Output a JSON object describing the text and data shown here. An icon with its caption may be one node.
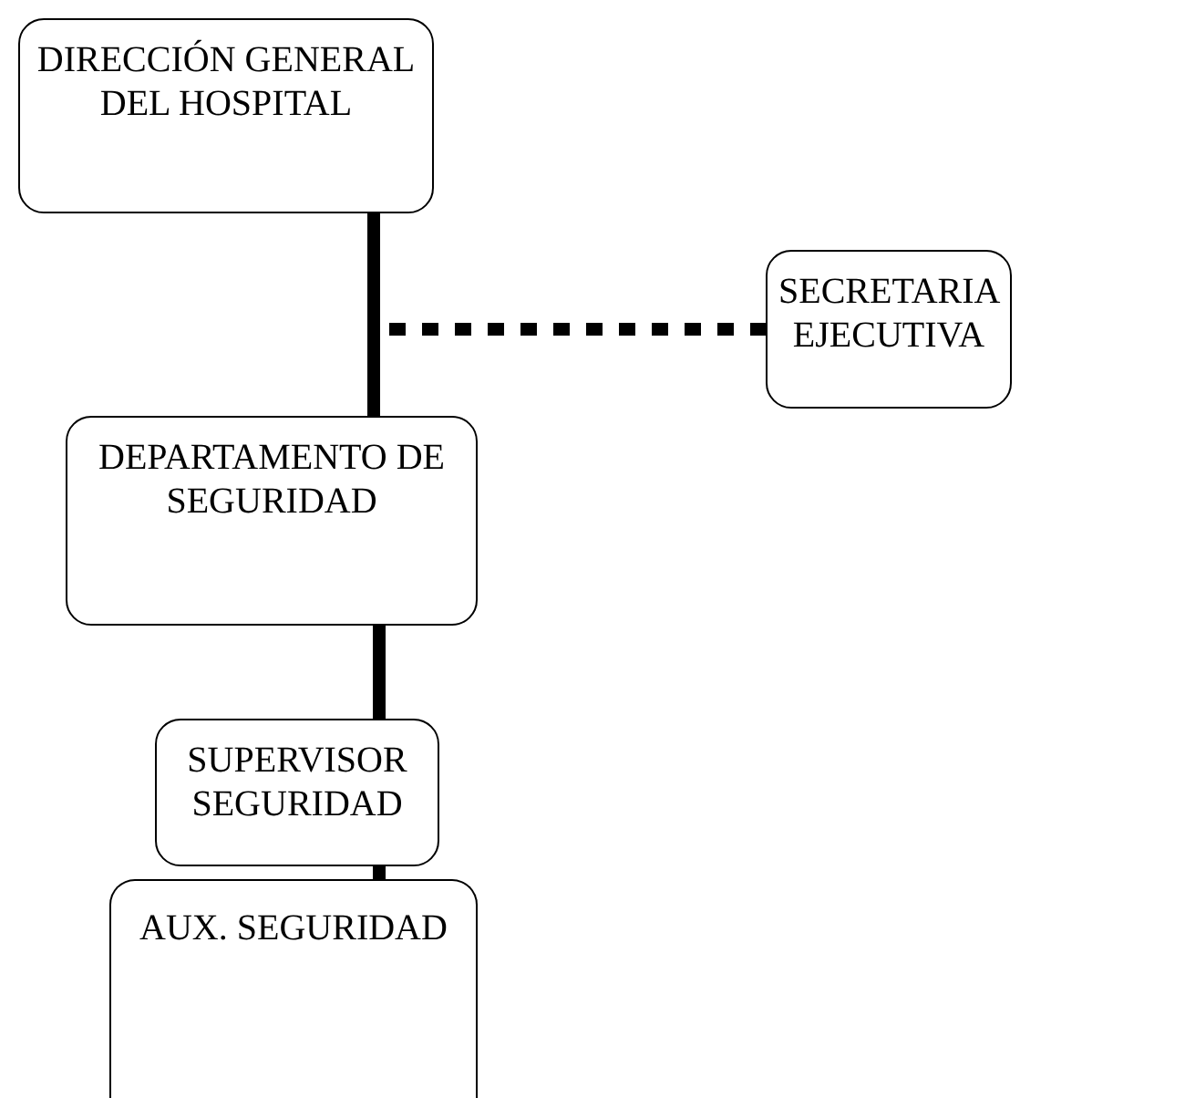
{
  "diagram": {
    "nodes": [
      {
        "text": [
          "DIRECCIÓN GENERAL DEL HOSPITAL"
        ]
      },
      {
        "text": [
          "SECRETARIA EJECUTIVA"
        ]
      },
      {
        "text": [
          "DEPARTAMENTO DE SEGURIDAD"
        ]
      },
      {
        "text": [
          "SUPERVISOR SEGURIDAD"
        ]
      },
      {
        "text": [
          "AUX. SEGURIDAD"
        ]
      }
    ],
    "edges": [
      {
        "from": 0,
        "to": 2,
        "arrow": "none"
      },
      {
        "from": 0,
        "to": 1,
        "arrow": "none",
        "style": "dashed"
      },
      {
        "from": 2,
        "to": 3,
        "arrow": "none"
      },
      {
        "from": 3,
        "to": 4,
        "arrow": "none"
      }
    ]
  }
}
